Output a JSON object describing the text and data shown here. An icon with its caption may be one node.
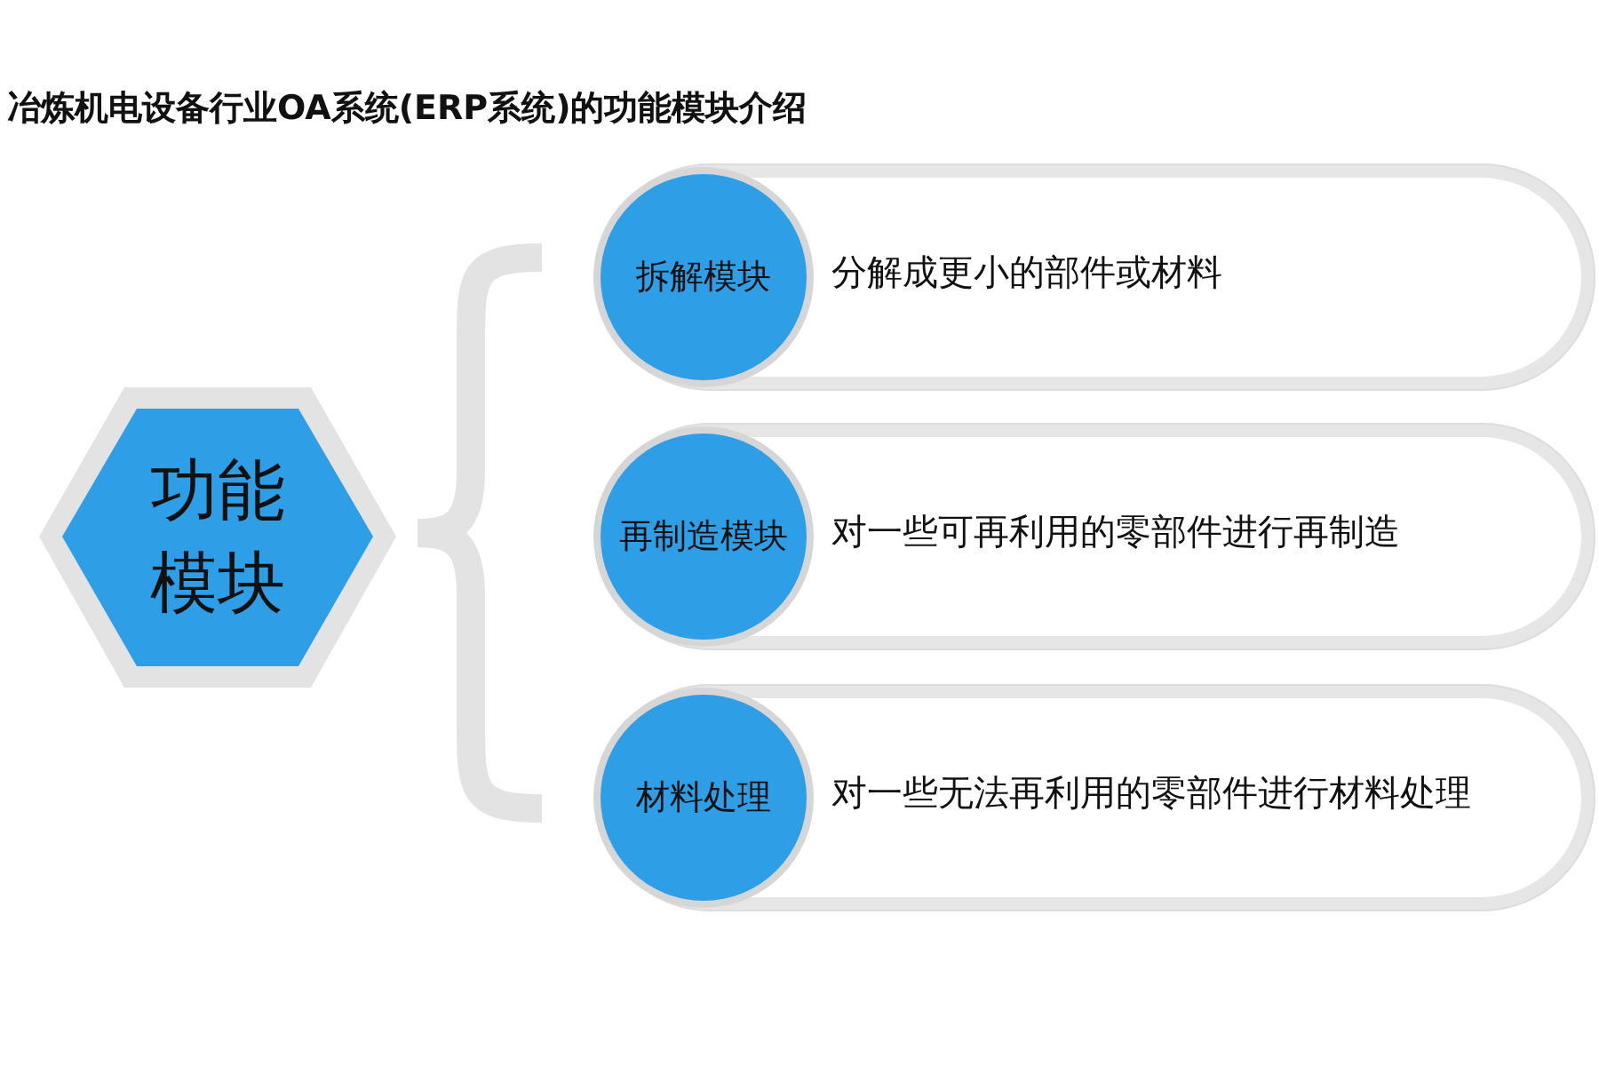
{
  "diagram": {
    "title": "冶炼机电设备行业OA系统(ERP系统)的功能模块介绍",
    "nodes": [
      {
        "text": [
          "功能模块"
        ]
      },
      {
        "text": [
          "拆解模块",
          "分解成更小的部件或材料"
        ]
      },
      {
        "text": [
          "再制造模块",
          "对一些可再利用的零部件进行再制造"
        ]
      },
      {
        "text": [
          "材料处理",
          "对一些无法再利用的零部件进行材料处理"
        ]
      }
    ]
  }
}
